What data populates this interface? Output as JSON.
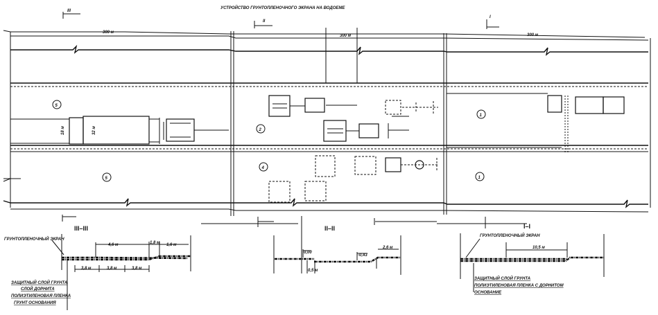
{
  "title": "УСТРОЙСТВО ГРУНТОПЛЕНОЧНОГО ЭКРАНА НА ВОДОЕМЕ",
  "plan": {
    "section_marks": [
      "III",
      "II",
      "I"
    ],
    "dimensions": [
      "300 м",
      "300 м",
      "300 м"
    ],
    "zones": {
      "upper": [
        "5",
        "2",
        "1"
      ],
      "lower": [
        "5",
        "4",
        "1"
      ]
    },
    "vehicle_dims": [
      "18 м",
      "32 м"
    ]
  },
  "sections": {
    "s3": {
      "title": "III–III",
      "screen_label": "ГРУНТОПЛЕНОЧНЫЙ ЭКРАН",
      "dims_top": [
        "4,6 м",
        "1,8 м",
        "1,6 м"
      ],
      "dims_bottom": [
        "3,8 м",
        "3,8 м",
        "3,8 м"
      ],
      "legend": [
        "ЗАЩИТНЫЙ СЛОЙ ГРУНТА",
        "СЛОЙ ДОРНИТА",
        "ПОЛИЭТИЛЕНОВАЯ ПЛЕНКА",
        "ГРУНТ ОСНОВАНИЯ"
      ]
    },
    "s2": {
      "title": "II–II",
      "elev_top": "0,00",
      "elev_low": "-0,43",
      "dim_small": "0,5 м",
      "dim_right": "2,6 м"
    },
    "s1": {
      "title": "I–I",
      "screen_label": "ГРУНТОПЛЕНОЧНЫЙ ЭКРАН",
      "dim": "10,5 м",
      "legend": [
        "ЗАЩИТНЫЙ СЛОЙ ГРУНТА",
        "ПОЛИЭТИЛЕНОВАЯ ПЛЕНКА С ДОРНИТОМ",
        "ОСНОВАНИЕ"
      ]
    }
  }
}
